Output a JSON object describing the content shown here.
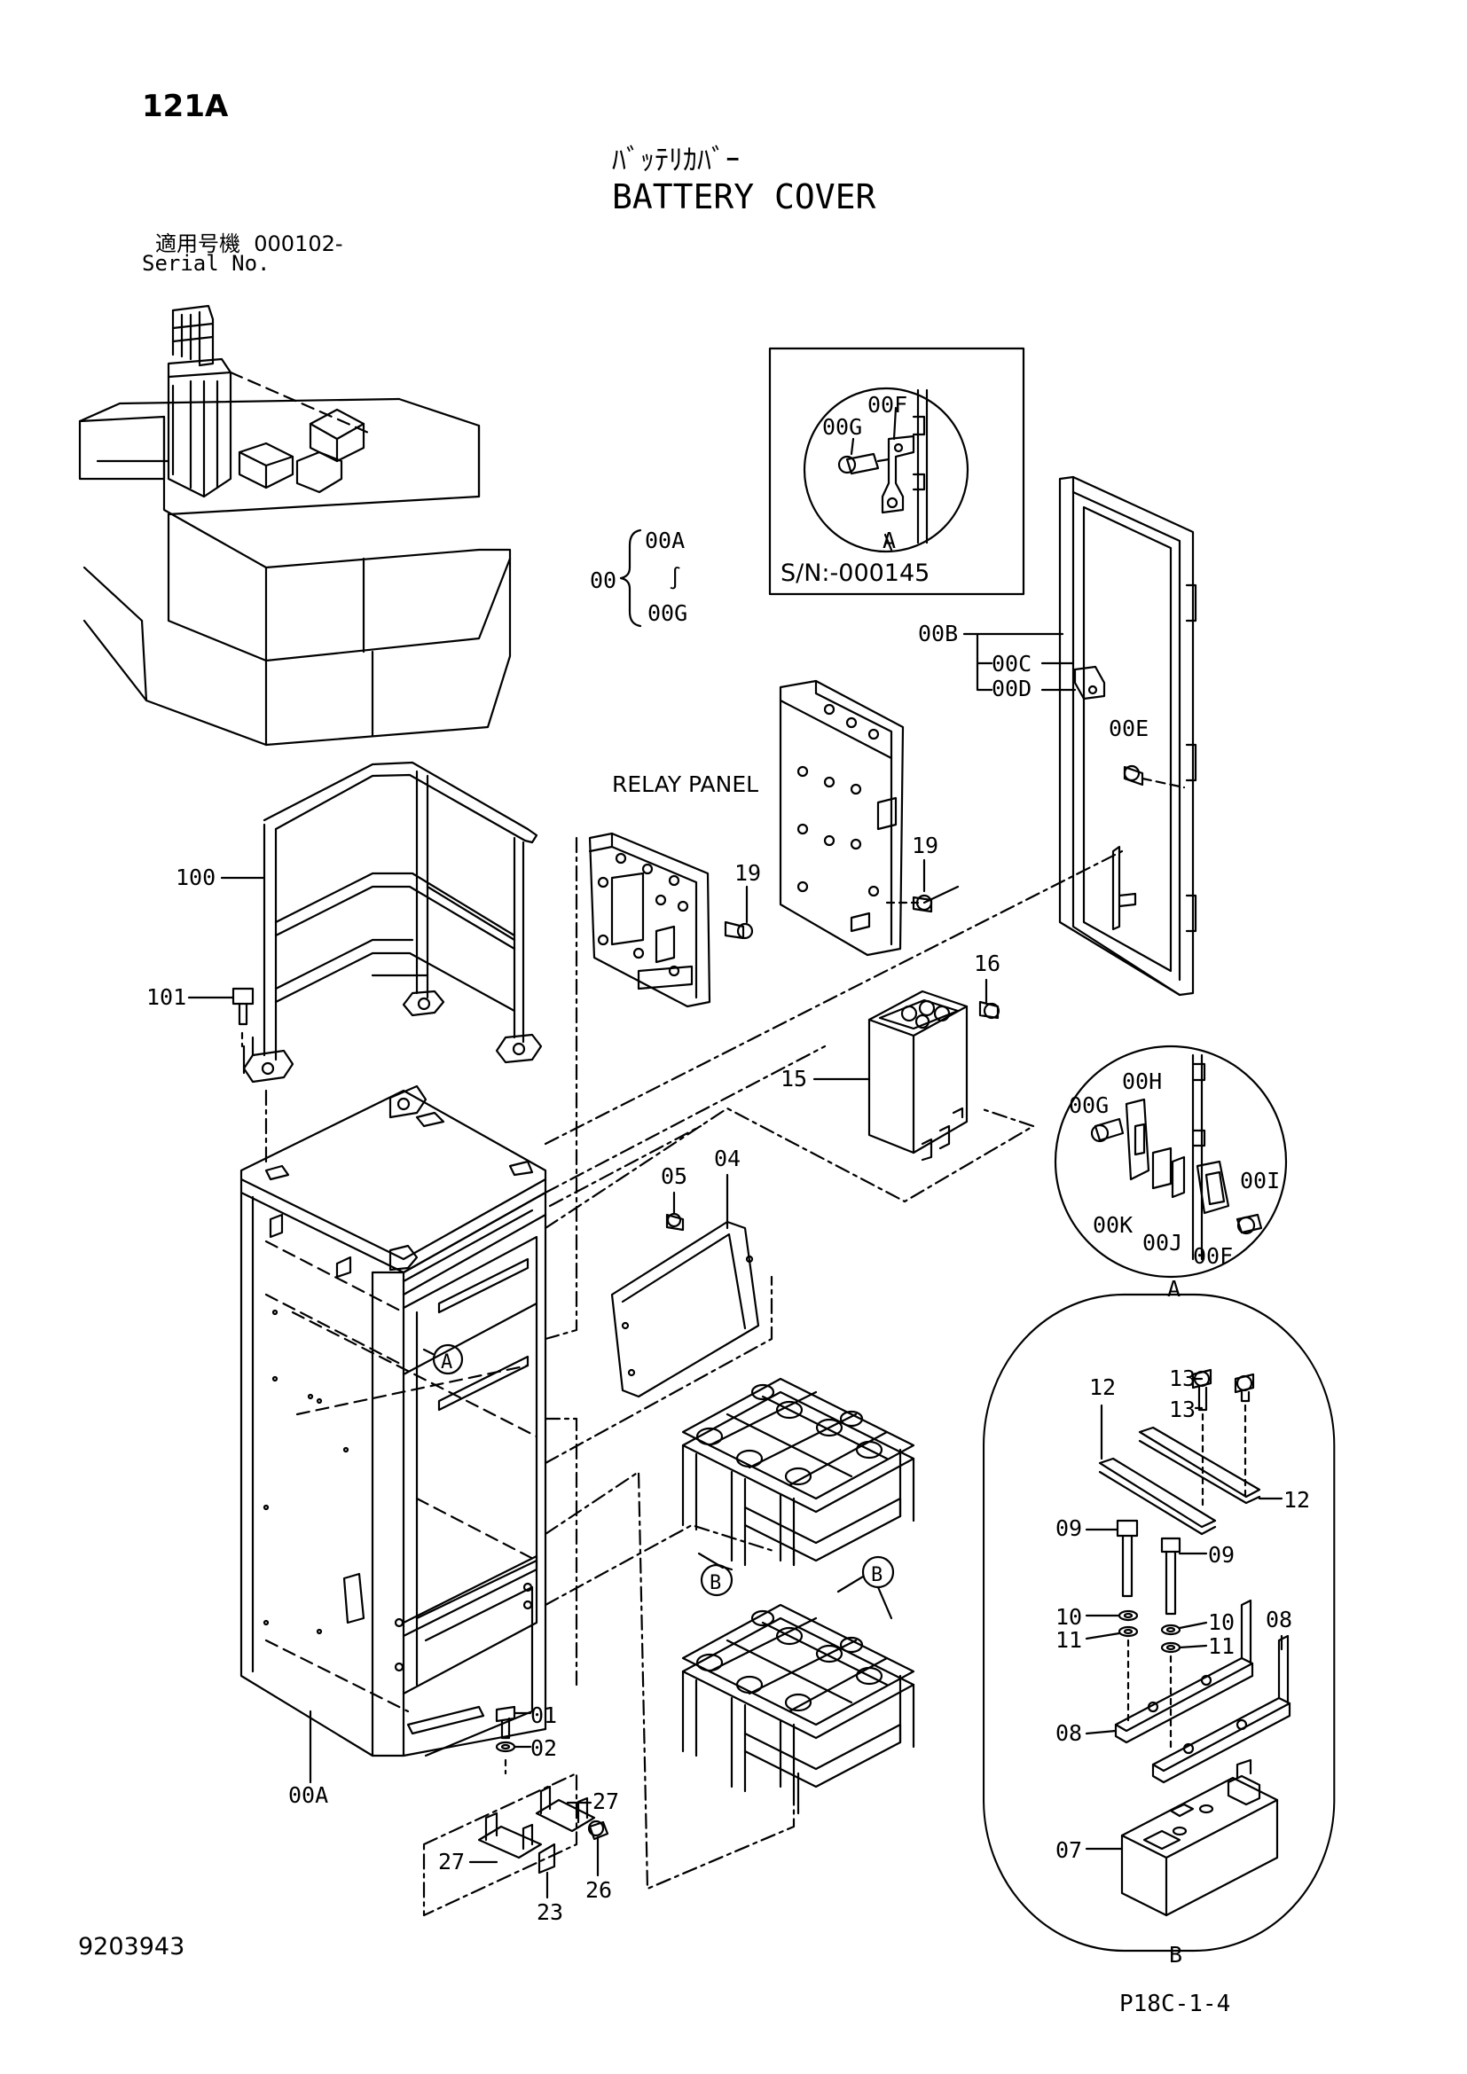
{
  "header": {
    "page_number": "121A",
    "title_jp": "ﾊﾞｯﾃﾘｶﾊﾞｰ",
    "title_en": "BATTERY COVER",
    "serial_label_jp": "適用号機",
    "serial_value": "000102-",
    "serial_label_en": "Serial No."
  },
  "footer": {
    "document_number": "9203943",
    "page_ref": "P18C-1-4"
  },
  "callouts": {
    "assy": "00",
    "assy_from": "00A",
    "assy_range": "∫",
    "assy_to": "00G",
    "relay_panel": "RELAY PANEL",
    "detail_a_serial": "S/N:-000145",
    "detail_a_top_a": "A",
    "detail_a_top_00f": "00F",
    "detail_a_top_00g": "00G",
    "door_00b": "00B",
    "door_00c": "00C",
    "door_00d": "00D",
    "door_00e": "00E",
    "p100": "100",
    "p101": "101",
    "p19a": "19",
    "p19b": "19",
    "p16": "16",
    "p15": "15",
    "p05": "05",
    "p04": "04",
    "detail_a_00h": "00H",
    "detail_a_00g": "00G",
    "detail_a_00i": "00I",
    "detail_a_00k": "00K",
    "detail_a_00j": "00J",
    "detail_a_00f": "00F",
    "detail_a_label": "A",
    "ref_a": "A",
    "ref_b1": "B",
    "ref_b2": "B",
    "p01": "01",
    "p02": "02",
    "p00a": "00A",
    "p27a": "27",
    "p27b": "27",
    "p26": "26",
    "p23": "23",
    "b_12a": "12",
    "b_12b": "12",
    "b_13a": "13",
    "b_13b": "13",
    "b_09a": "09",
    "b_09b": "09",
    "b_10a": "10",
    "b_10b": "10",
    "b_11a": "11",
    "b_11b": "11",
    "b_08a": "08",
    "b_08b": "08",
    "b_07": "07",
    "detail_b_label": "B"
  }
}
